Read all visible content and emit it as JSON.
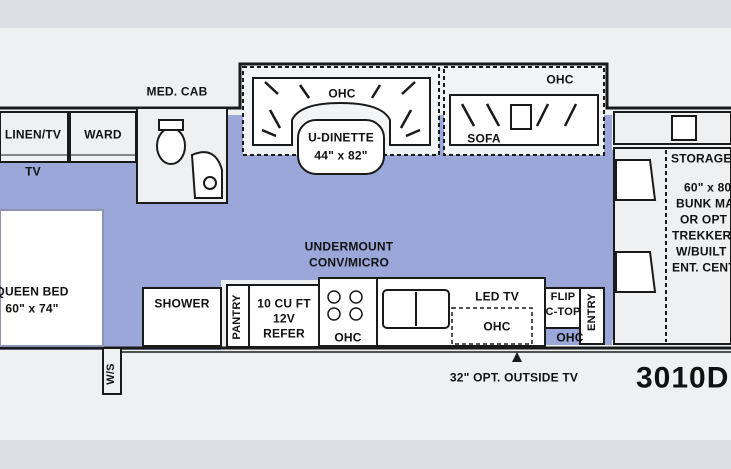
{
  "colors": {
    "paper": "#eef0f2",
    "floor": "#9aa7d8",
    "wall": "#1a1a1a",
    "counter": "#ffffff"
  },
  "labels": {
    "med_cab": "MED. CAB",
    "ohc_dinette": "OHC",
    "ohc_sofa": "OHC",
    "u_dinette": "U-DINETTE",
    "u_dinette_size": "44\" x 82\"",
    "sofa": "SOFA",
    "linen_tv": "LINEN/TV",
    "ward": "WARD",
    "tv": "TV",
    "storage": "STORAGE",
    "bunk_1": "60\" x 80",
    "bunk_2": "BUNK MA",
    "bunk_3": "OR OPT",
    "bunk_4": "TREKKER",
    "bunk_5": "W/BUILT",
    "bunk_6": "ENT. CENT",
    "queen_bed": "QUEEN BED",
    "queen_bed_size": "60\" x 74\"",
    "undermount_1": "UNDERMOUNT",
    "undermount_2": "CONV/MICRO",
    "shower": "SHOWER",
    "pantry": "PANTRY",
    "refer_1": "10 CU FT",
    "refer_2": "12V",
    "refer_3": "REFER",
    "ohc_range": "OHC",
    "led_tv": "LED TV",
    "ohc_tv": "OHC",
    "flip_1": "FLIP",
    "flip_2": "C-TOP",
    "entry": "ENTRY",
    "ohc_entry": "OHC",
    "ws": "W/S",
    "outside_tv": "32\" OPT. OUTSIDE TV",
    "model": "3010D"
  }
}
